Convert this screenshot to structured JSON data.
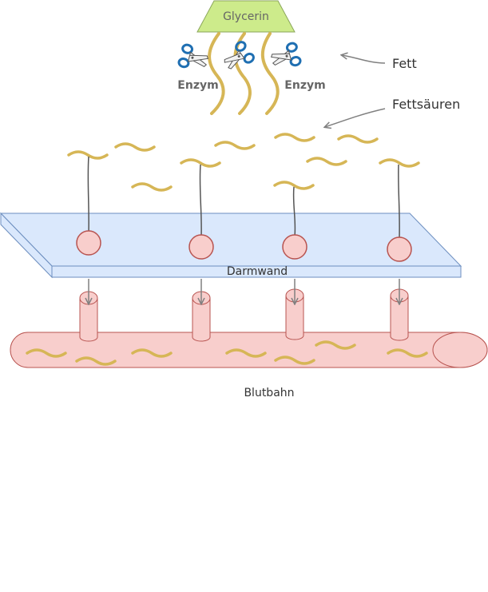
{
  "labels": {
    "glycerin": "Glycerin",
    "enzym_left": "Enzym",
    "enzym_right": "Enzym",
    "fett": "Fett",
    "fettsaeuren": "Fettsäuren",
    "darmwand": "Darmwand",
    "blutbahn": "Blutbahn"
  },
  "colors": {
    "fatty_acid": "#d6b656",
    "glycerin_fill": "#cdeb8b",
    "glycerin_stroke": "#8aa65a",
    "wall_fill": "#dae8fc",
    "wall_stroke": "#6c8ebf",
    "vessel_fill": "#f8cecc",
    "vessel_stroke": "#b85450",
    "arrow": "#808080",
    "scissors": "#1f6fb2"
  },
  "icons": [
    "scissors-icon"
  ]
}
